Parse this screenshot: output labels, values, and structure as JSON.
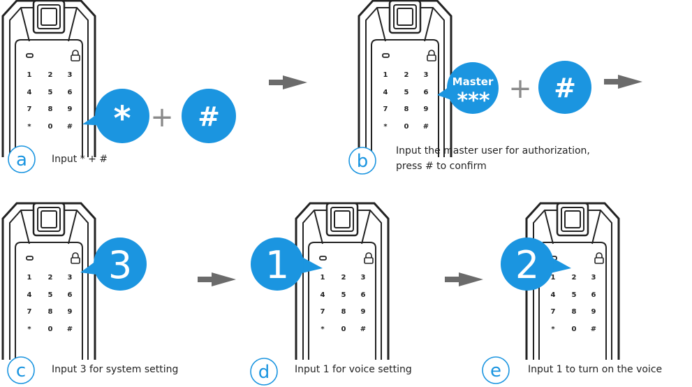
{
  "steps": [
    {
      "letter": "a",
      "caption": "Input * + #"
    },
    {
      "letter": "b",
      "caption_line1": "Input the master user for authorization,",
      "caption_line2": "press # to confirm"
    },
    {
      "letter": "c",
      "caption": "Input 3 for system setting"
    },
    {
      "letter": "d",
      "caption": "Input 1 for voice setting"
    },
    {
      "letter": "e",
      "caption": "Input 1 to turn on the voice"
    }
  ],
  "keypad_keys": [
    "1",
    "2",
    "3",
    "4",
    "5",
    "6",
    "7",
    "8",
    "9",
    "*",
    "0",
    "#"
  ],
  "bubbles": {
    "star": "*",
    "hash": "#",
    "plus": "+",
    "master_label": "Master",
    "master_code": "***",
    "three": "3",
    "one": "1",
    "two": "2"
  },
  "colors": {
    "bubble": "#1b95e0",
    "lock_line": "#222222",
    "arrow": "#6b6b6b",
    "plus": "#8a8a8a"
  },
  "icons": [
    "fingerprint-sensor-icon",
    "padlock-icon",
    "backspace-icon",
    "arrow-right-icon"
  ]
}
